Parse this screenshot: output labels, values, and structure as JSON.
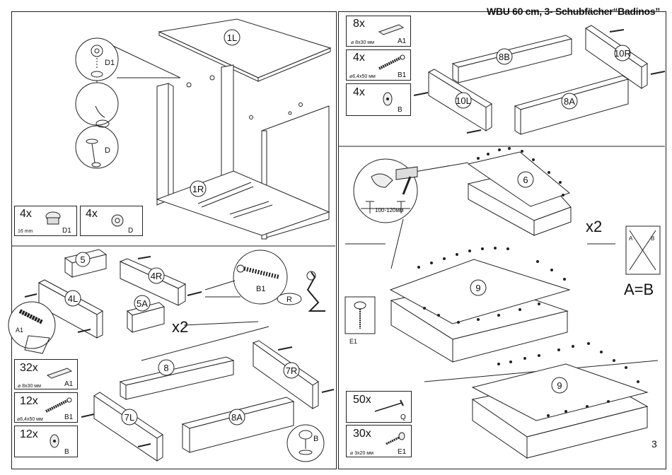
{
  "title": "WBU 60 cm, 3- Schubfächer“Badinos”",
  "page_number": "3",
  "parts": {
    "p1L": "1L",
    "p1R": "1R",
    "p5": "5",
    "p4R": "4R",
    "p4L": "4L",
    "p5A": "5A",
    "p8": "8",
    "p7R": "7R",
    "p7L": "7L",
    "p8A": "8A",
    "p8B": "8B",
    "p10R": "10R",
    "p10L": "10L",
    "p8A_top": "8A",
    "p6": "6",
    "p9a": "9",
    "p9b": "9"
  },
  "fittings": {
    "d1": "D1",
    "d": "D",
    "b1": "B1",
    "r": "R",
    "a1": "A1",
    "b": "B",
    "e1": "E1"
  },
  "multipliers": {
    "x2_left": "x2",
    "x2_right": "x2"
  },
  "diagonal": {
    "a": "A",
    "b": "B",
    "equation": "A=B"
  },
  "hammer_dim": "100-120мм",
  "legend_top_left": [
    {
      "qty": "4x",
      "size": "16 mm",
      "code": "D1",
      "icon": "cam-lock-icon"
    },
    {
      "qty": "4x",
      "size": "",
      "code": "D",
      "icon": "cam-dowel-icon"
    }
  ],
  "legend_mid_left": [
    {
      "qty": "32x",
      "size": "⌀ 8x30 мм",
      "code": "A1",
      "icon": "wood-dowel-icon"
    },
    {
      "qty": "12x",
      "size": "⌀6,4x50 мм",
      "code": "B1",
      "icon": "screw-icon"
    },
    {
      "qty": "12x",
      "size": "",
      "code": "B",
      "icon": "screw-cap-icon"
    }
  ],
  "legend_top_right": [
    {
      "qty": "8x",
      "size": "⌀ 8x30 мм",
      "code": "A1",
      "icon": "wood-dowel-icon"
    },
    {
      "qty": "4x",
      "size": "⌀6,4x50 мм",
      "code": "B1",
      "icon": "screw-icon"
    },
    {
      "qty": "4x",
      "size": "",
      "code": "B",
      "icon": "screw-cap-icon"
    }
  ],
  "legend_bottom_right": [
    {
      "qty": "50x",
      "size": "",
      "code": "Q",
      "icon": "nail-icon"
    },
    {
      "qty": "30x",
      "size": "⌀ 3x20 мм",
      "code": "E1",
      "icon": "small-screw-icon"
    }
  ]
}
